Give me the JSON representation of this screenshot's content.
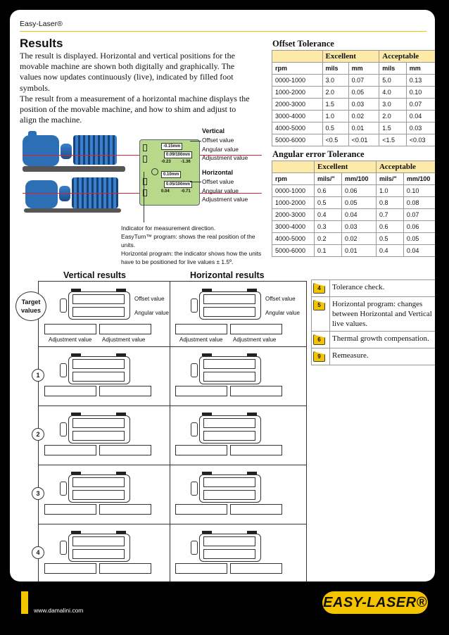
{
  "header": {
    "brand": "Easy-Laser®"
  },
  "title": "Results",
  "intro": [
    "The result is displayed. Horizontal and vertical positions for the movable machine are shown both digitally and graphically. The values now updates continuously (live), indicated by filled foot symbols.",
    "The result from a measurement of a horizontal machine displays the position of the movable machine, and how to shim and adjust to align the machine."
  ],
  "display": {
    "vertical": {
      "offset": "-0.15mm",
      "angular": "0.09/100mm",
      "adj_left": "-0.23",
      "adj_right": "-1.36"
    },
    "horizontal": {
      "offset": "0.10mm",
      "angular": "0.05/100mm",
      "adj_left": "0.04",
      "adj_right": "-0.71"
    }
  },
  "legend": {
    "vertical_title": "Vertical",
    "horizontal_title": "Horizontal",
    "offset": "Offset value",
    "angular": "Angular value",
    "adjustment": "Adjustment value"
  },
  "notes": [
    "Indicator for measurement direction.",
    "EasyTurn™ program: shows the real position of the units.",
    "Horizontal program: the indicator shows how the units have to be positioned for live values ± 1.5º."
  ],
  "offset_tolerance": {
    "title": "Offset Tolerance",
    "group_excellent": "Excellent",
    "group_acceptable": "Acceptable",
    "headers": [
      "rpm",
      "mils",
      "mm",
      "mils",
      "mm"
    ],
    "rows": [
      [
        "0000-1000",
        "3.0",
        "0.07",
        "5.0",
        "0.13"
      ],
      [
        "1000-2000",
        "2.0",
        "0.05",
        "4.0",
        "0.10"
      ],
      [
        "2000-3000",
        "1.5",
        "0.03",
        "3.0",
        "0.07"
      ],
      [
        "3000-4000",
        "1.0",
        "0.02",
        "2.0",
        "0.04"
      ],
      [
        "4000-5000",
        "0.5",
        "0.01",
        "1.5",
        "0.03"
      ],
      [
        "5000-6000",
        "<0.5",
        "<0.01",
        "<1.5",
        "<0.03"
      ]
    ]
  },
  "angular_tolerance": {
    "title": "Angular error Tolerance",
    "group_excellent": "Excellent",
    "group_acceptable": "Acceptable",
    "headers": [
      "rpm",
      "mils/\"",
      "mm/100",
      "mils/\"",
      "mm/100"
    ],
    "rows": [
      [
        "0000-1000",
        "0.6",
        "0.06",
        "1.0",
        "0.10"
      ],
      [
        "1000-2000",
        "0.5",
        "0.05",
        "0.8",
        "0.08"
      ],
      [
        "2000-3000",
        "0.4",
        "0.04",
        "0.7",
        "0.07"
      ],
      [
        "3000-4000",
        "0.3",
        "0.03",
        "0.6",
        "0.06"
      ],
      [
        "4000-5000",
        "0.2",
        "0.02",
        "0.5",
        "0.05"
      ],
      [
        "5000-6000",
        "0.1",
        "0.01",
        "0.4",
        "0.04"
      ]
    ]
  },
  "results": {
    "vertical_heading": "Vertical results",
    "horizontal_heading": "Horizontal results",
    "target_label": "Target values",
    "offset_value": "Offset value",
    "angular_value": "Angular value",
    "adjustment_value": "Adjustment value",
    "row_numbers": [
      "1",
      "2",
      "3",
      "4"
    ]
  },
  "steps": [
    {
      "icon": "4",
      "text": "Tolerance check."
    },
    {
      "icon": "5",
      "text": "Horizontal program: changes between Horizontal and Vertical live values."
    },
    {
      "icon": "6",
      "text": "Thermal growth compensation."
    },
    {
      "icon": "9",
      "text": "Remeasure."
    }
  ],
  "footer": {
    "url": "www.damalini.com",
    "logo": "EASY-LASER®"
  },
  "colors": {
    "accent": "#f5c400",
    "table_header": "#fde9a8",
    "display": "#b8d98a",
    "laser": "#e0202a",
    "machine": "#2d6fb4"
  }
}
